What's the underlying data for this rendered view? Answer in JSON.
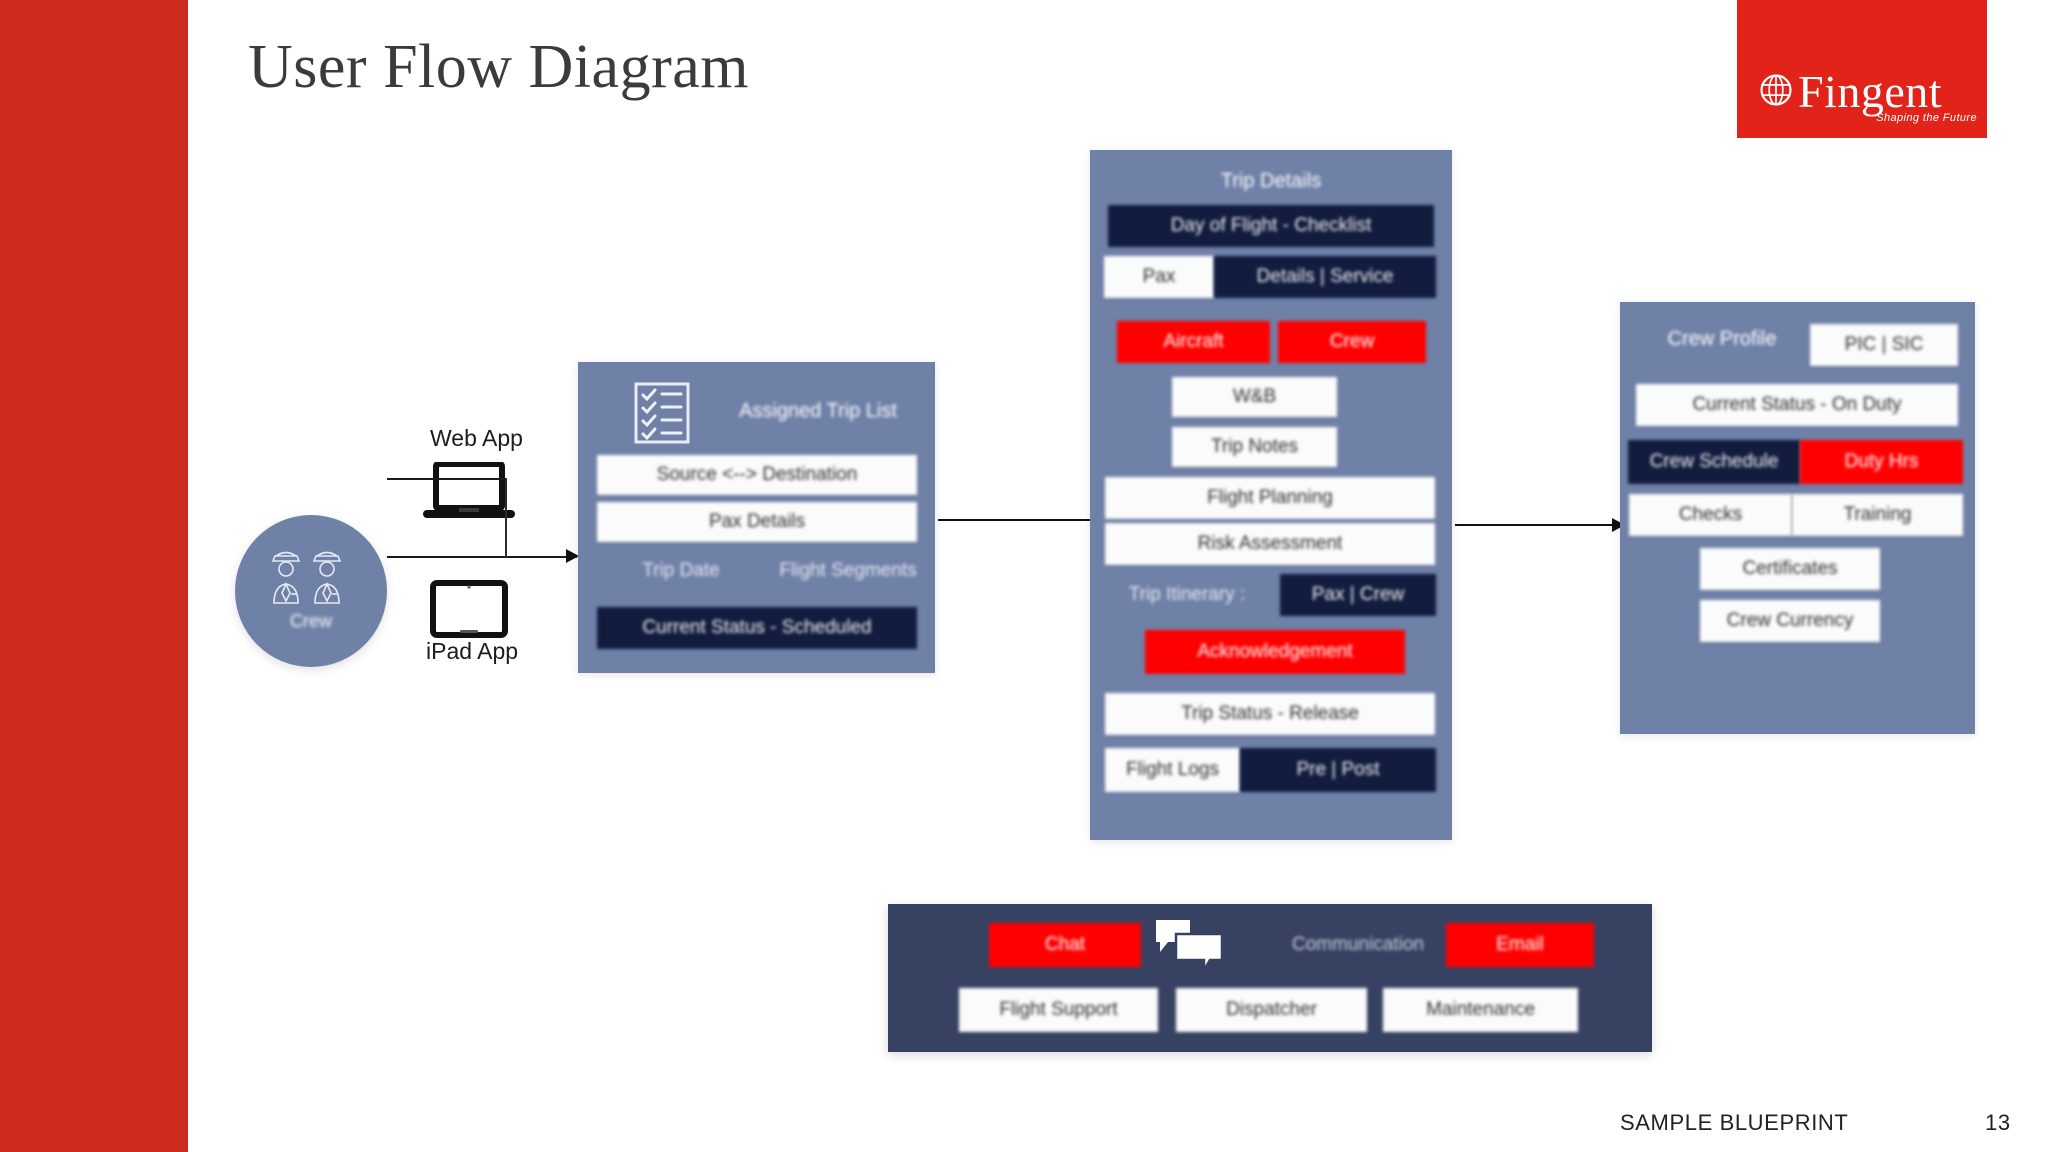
{
  "slide": {
    "title": "User Flow Diagram",
    "page_number": "13",
    "footer": "SAMPLE BLUEPRINT",
    "accent_red": "#CD2B1E",
    "panel_blue": "#7081A8",
    "navy": "#121C3E",
    "bright_red": "#FF0000",
    "comm_navy": "#374263"
  },
  "logo": {
    "word": "Fingent",
    "tagline": "Shaping the Future"
  },
  "actor": {
    "label": "Crew",
    "icon": "crew-pilots-icon"
  },
  "channels": [
    {
      "label": "Web App",
      "icon": "laptop-icon"
    },
    {
      "label": "iPad App",
      "icon": "tablet-icon"
    }
  ],
  "assigned_trip_list": {
    "title": "Assigned Trip List",
    "icon": "checklist-icon",
    "rows": [
      {
        "label": "Source <--> Destination",
        "style": "white"
      },
      {
        "label": "Pax Details",
        "style": "white"
      },
      {
        "label": "Trip Date",
        "style": "plain"
      },
      {
        "label": "Flight Segments",
        "style": "plain"
      },
      {
        "label": "Current Status - Scheduled",
        "style": "navy"
      }
    ]
  },
  "trip_details": {
    "title": "Trip Details",
    "rows": [
      {
        "label": "Day of Flight - Checklist",
        "style": "navy"
      },
      {
        "label": "Pax",
        "style": "white"
      },
      {
        "label": "Details | Service",
        "style": "navy"
      },
      {
        "label": "Aircraft",
        "style": "red"
      },
      {
        "label": "Crew",
        "style": "red"
      },
      {
        "label": "W&B",
        "style": "white"
      },
      {
        "label": "Trip Notes",
        "style": "white"
      },
      {
        "label": "Flight Planning",
        "style": "white"
      },
      {
        "label": "Risk Assessment",
        "style": "white"
      },
      {
        "label": "Trip Itinerary :",
        "style": "plain"
      },
      {
        "label": "Pax | Crew",
        "style": "navy"
      },
      {
        "label": "Acknowledgement",
        "style": "red"
      },
      {
        "label": "Trip Status - Release",
        "style": "white"
      },
      {
        "label": "Flight Logs",
        "style": "white"
      },
      {
        "label": "Pre | Post",
        "style": "navy"
      }
    ]
  },
  "crew_profile": {
    "title": "Crew Profile",
    "rows": [
      {
        "label": "PIC | SIC",
        "style": "white"
      },
      {
        "label": "Current Status - On Duty",
        "style": "white"
      },
      {
        "label": "Crew Schedule",
        "style": "navy"
      },
      {
        "label": "Duty Hrs",
        "style": "red"
      },
      {
        "label": "Checks",
        "style": "white"
      },
      {
        "label": "Training",
        "style": "white"
      },
      {
        "label": "Certificates",
        "style": "white"
      },
      {
        "label": "Crew Currency",
        "style": "white"
      }
    ]
  },
  "communication": {
    "title": "Communication",
    "icon": "chat-bubbles-icon",
    "rows": [
      {
        "label": "Chat",
        "style": "red"
      },
      {
        "label": "Email",
        "style": "red"
      },
      {
        "label": "Flight Support",
        "style": "white"
      },
      {
        "label": "Dispatcher",
        "style": "white"
      },
      {
        "label": "Maintenance",
        "style": "white"
      }
    ]
  }
}
